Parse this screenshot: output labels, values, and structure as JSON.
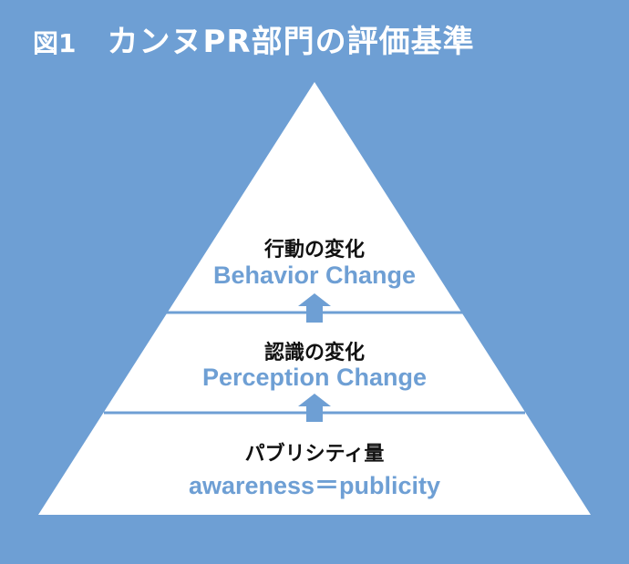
{
  "figure": {
    "number": "図1",
    "title": "カンヌPR部門の評価基準"
  },
  "colors": {
    "background": "#6e9fd4",
    "pyramid": "#ffffff",
    "english_text": "#6e9fd4",
    "japanese_text": "#111111",
    "arrow": "#6e9fd4"
  },
  "pyramid": {
    "levels": [
      {
        "jp": "行動の変化",
        "en": "Behavior Change"
      },
      {
        "jp": "認識の変化",
        "en": "Perception Change"
      },
      {
        "jp": "パブリシティ量",
        "en": "awareness＝publicity"
      }
    ]
  }
}
